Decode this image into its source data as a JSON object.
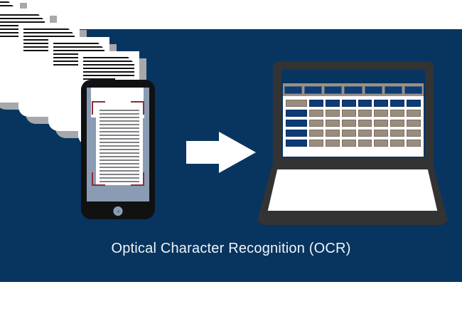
{
  "image": {
    "caption": "Optical Character Recognition (OCR)",
    "background_color": "#073560",
    "band_color": "#ffffff"
  },
  "document_stack": {
    "name": "paper-document-cascade",
    "count": 5,
    "page_color": "#ffffff",
    "shadow_color": "#a6a8ab",
    "text_line_color": "#111111",
    "docs": [
      {
        "lines": 7
      },
      {
        "lines": 7
      },
      {
        "lines": 7
      },
      {
        "lines": 7
      },
      {
        "lines": 7
      }
    ]
  },
  "phone": {
    "name": "smartphone-scanning-document",
    "body_color": "#111111",
    "screen_color": "#8a9cb4",
    "scan_frame_color": "#8f2b35",
    "document_line_color": "#7f8184",
    "document_line_count": 26,
    "back_document_line_count": 6,
    "home_button": "home-button"
  },
  "arrow": {
    "name": "right-arrow",
    "color": "#ffffff",
    "direction": "right"
  },
  "laptop": {
    "name": "laptop-with-spreadsheet",
    "chassis_color": "#333333",
    "screen_background": "#073560",
    "toolbar": {
      "background": "#9b9086",
      "button_color": "#0b3c78",
      "button_count": 7
    },
    "spreadsheet": {
      "background": "#ffffff",
      "header_cell_color": "#0b3c78",
      "data_cell_color": "#9b8d7d",
      "rows": 5,
      "columns": 8,
      "grid": [
        [
          "tan",
          "blue",
          "blue",
          "blue",
          "blue",
          "blue",
          "blue",
          "blue"
        ],
        [
          "blue",
          "tan",
          "tan",
          "tan",
          "tan",
          "tan",
          "tan",
          "tan"
        ],
        [
          "blue",
          "tan",
          "tan",
          "tan",
          "tan",
          "tan",
          "tan",
          "tan"
        ],
        [
          "blue",
          "tan",
          "tan",
          "tan",
          "tan",
          "tan",
          "tan",
          "tan"
        ],
        [
          "blue",
          "tan",
          "tan",
          "tan",
          "tan",
          "tan",
          "tan",
          "tan"
        ]
      ]
    },
    "keyboard_surface_color": "#ffffff",
    "trackpad": "trackpad"
  }
}
